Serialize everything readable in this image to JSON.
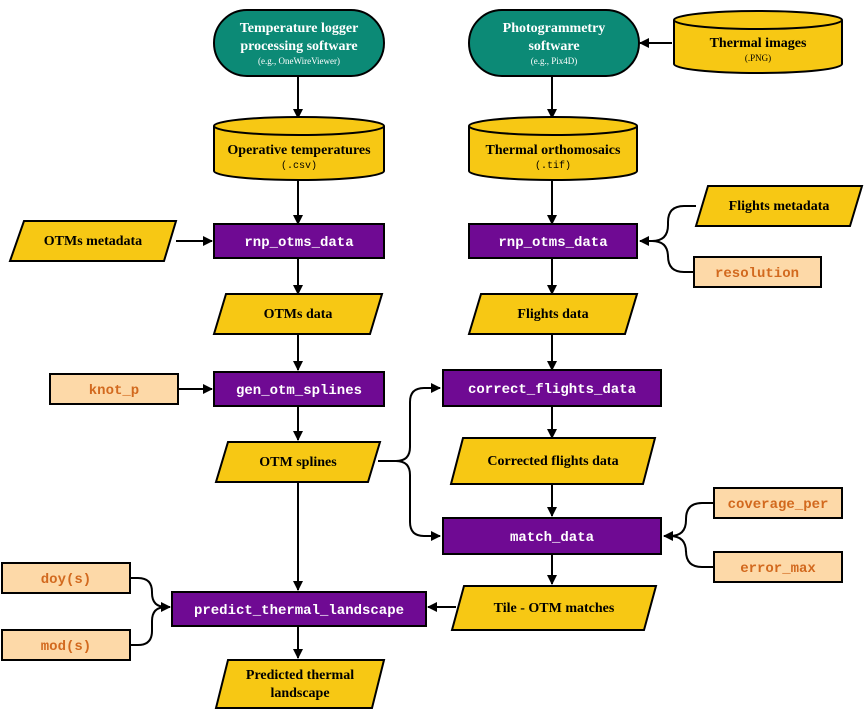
{
  "colors": {
    "teal": "#0c8a76",
    "gold": "#f7c814",
    "purple": "#6f0a93",
    "peach": "#fdd9a8",
    "param_text": "#d2691e"
  },
  "nodes": {
    "temp_logger": {
      "line1": "Temperature logger",
      "line2": "processing software",
      "sub": "(e.g., OneWireViewer)"
    },
    "photogrammetry": {
      "line1": "Photogrammetry",
      "line2": "software",
      "sub": "(e.g., Pix4D)"
    },
    "thermal_images": {
      "label": "Thermal images",
      "sub": "(.PNG)"
    },
    "operative_temps": {
      "label": "Operative  temperatures",
      "sub": "(.csv)"
    },
    "thermal_ortho": {
      "label": "Thermal orthomosaics",
      "sub": "(.tif)"
    },
    "otms_metadata": {
      "label": "OTMs metadata"
    },
    "rnp_otms_data_left": {
      "label": "rnp_otms_data"
    },
    "rnp_otms_data_right": {
      "label": "rnp_otms_data"
    },
    "flights_metadata": {
      "label": "Flights metadata"
    },
    "resolution": {
      "label": "resolution"
    },
    "otms_data": {
      "label": "OTMs data"
    },
    "flights_data": {
      "label": "Flights data"
    },
    "knot_p": {
      "label": "knot_p"
    },
    "gen_otm_splines": {
      "label": "gen_otm_splines"
    },
    "correct_flights_data": {
      "label": "correct_flights_data"
    },
    "otm_splines": {
      "label": "OTM splines"
    },
    "corrected_flights_data": {
      "label": "Corrected flights data"
    },
    "coverage_per": {
      "label": "coverage_per"
    },
    "match_data": {
      "label": "match_data"
    },
    "error_max": {
      "label": "error_max"
    },
    "doy": {
      "label": "doy(s)"
    },
    "predict_thermal_landscape": {
      "label": "predict_thermal_landscape"
    },
    "tile_otm_matches": {
      "label": "Tile - OTM matches"
    },
    "mod": {
      "label": "mod(s)"
    },
    "predicted_thermal_landscape": {
      "line1": "Predicted thermal",
      "line2": "landscape"
    }
  }
}
